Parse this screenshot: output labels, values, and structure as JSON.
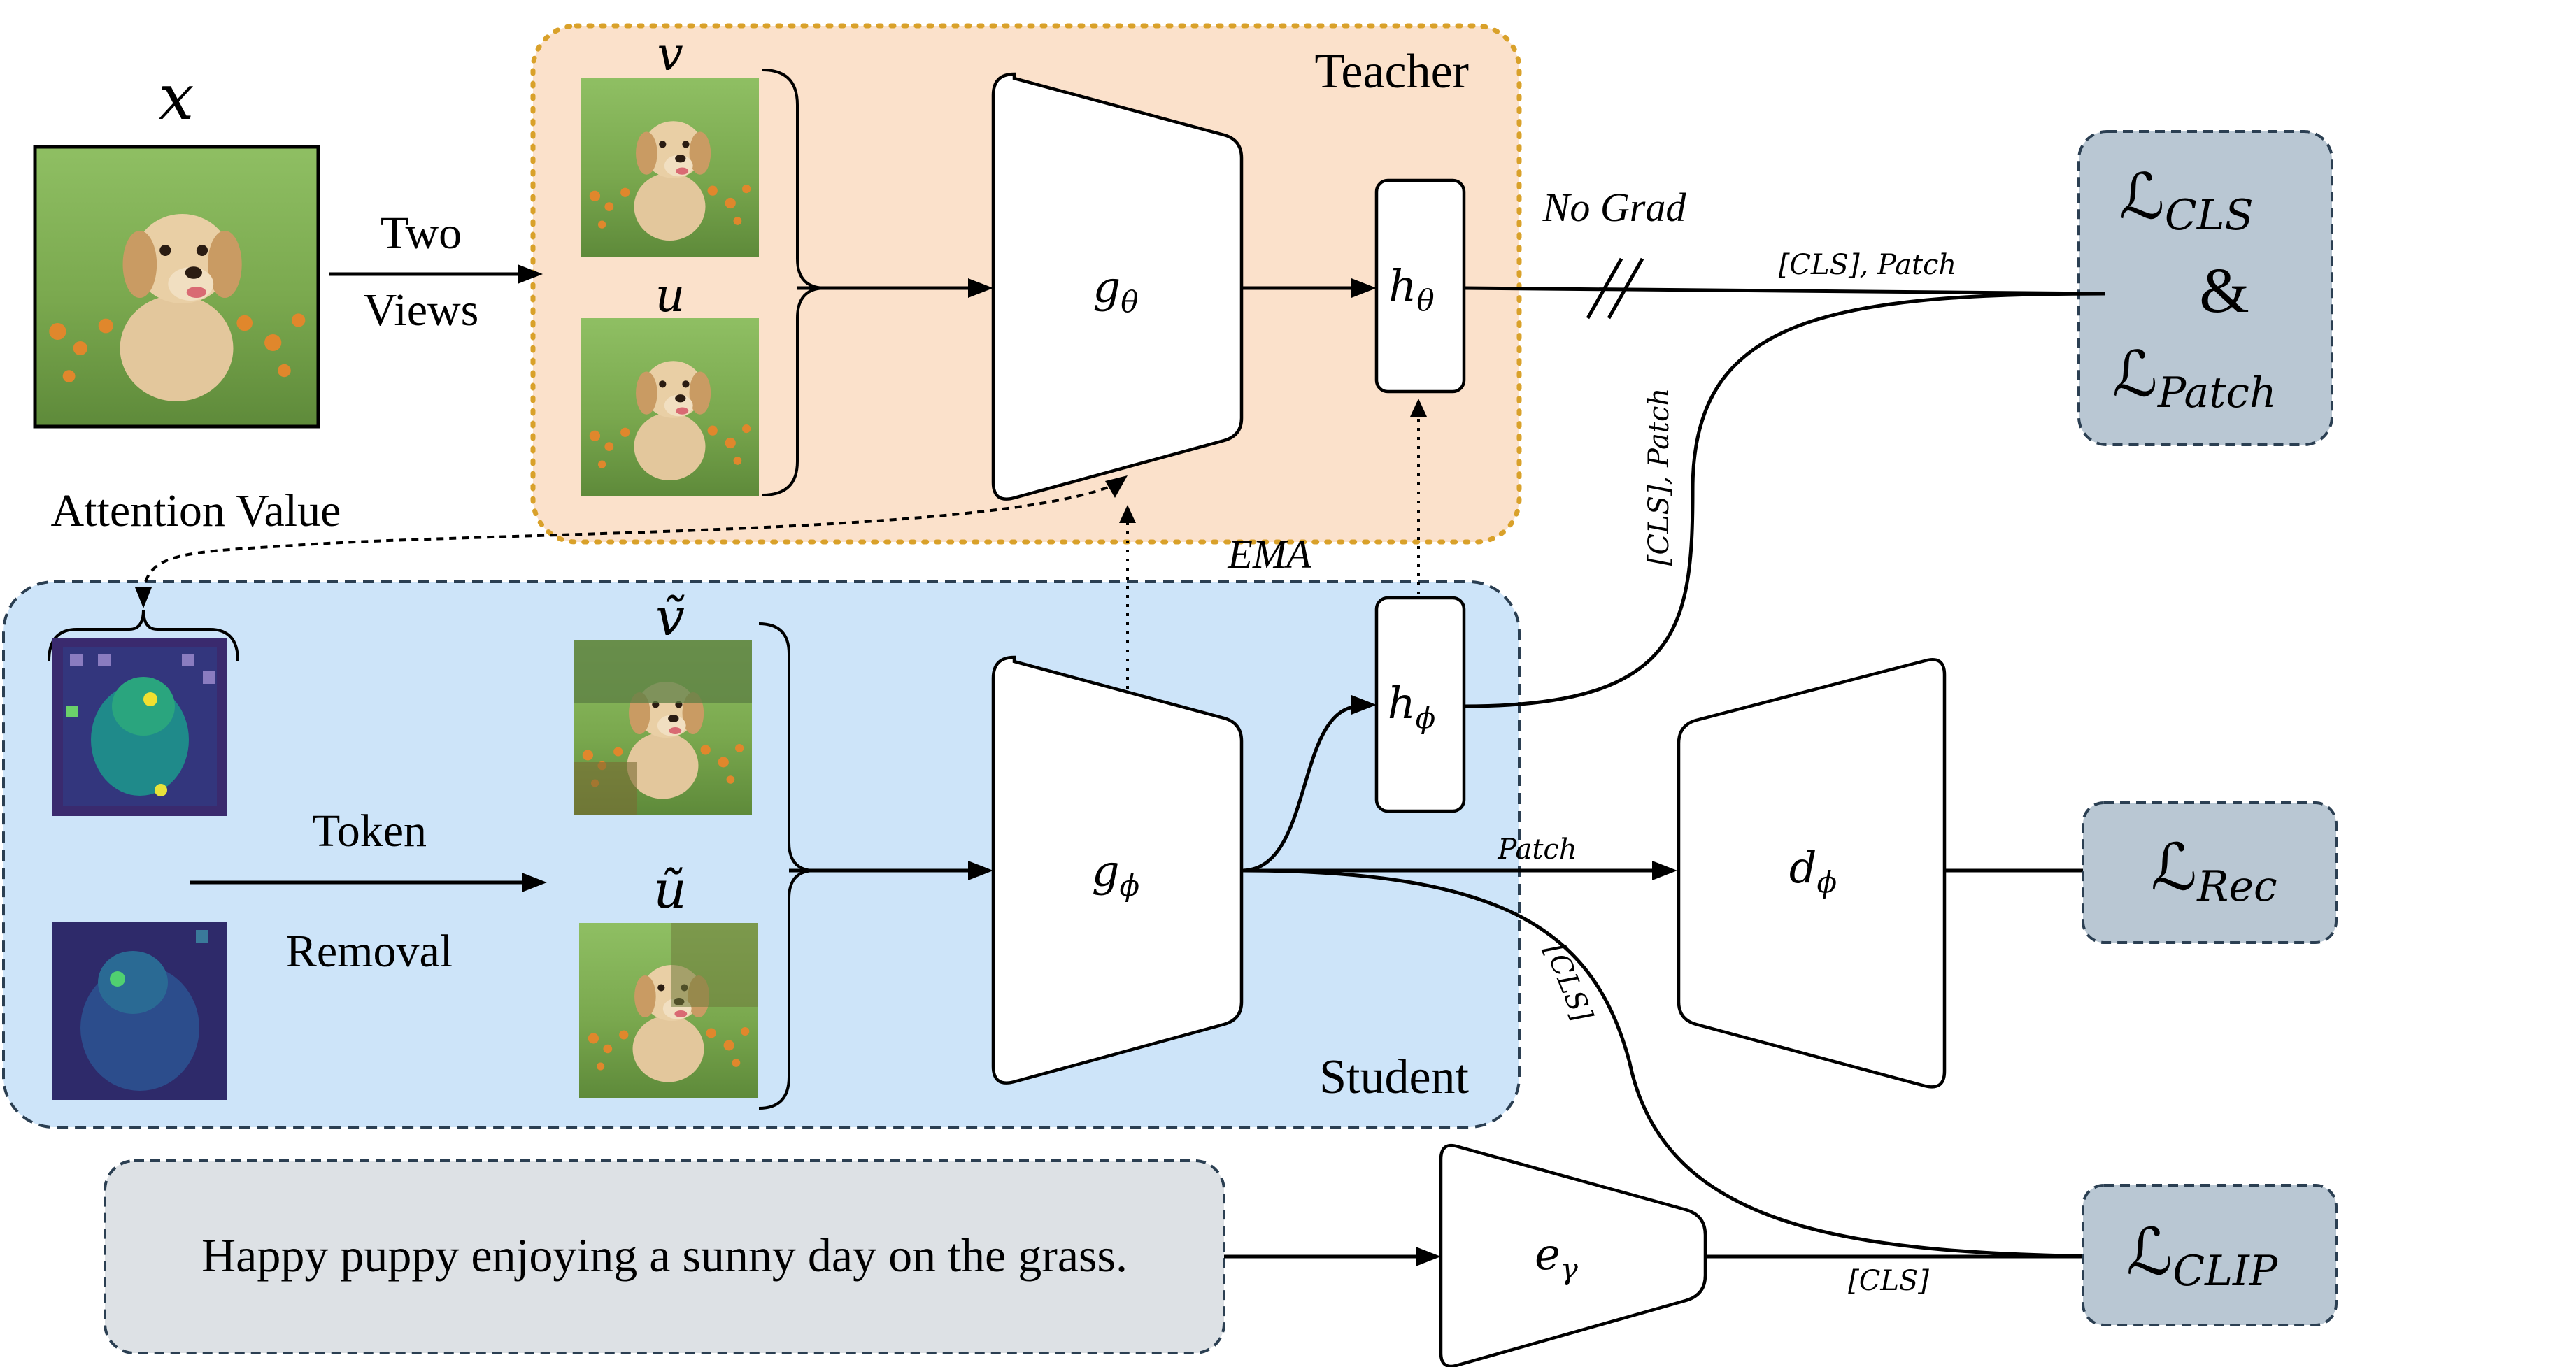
{
  "input": {
    "label": "x"
  },
  "split": {
    "line1": "Two",
    "line2": "Views"
  },
  "teacher": {
    "title": "Teacher",
    "view1": "v",
    "view2": "u",
    "encoder": {
      "main": "g",
      "sub": "θ"
    },
    "head": {
      "main": "h",
      "sub": "θ"
    }
  },
  "student": {
    "title": "Student",
    "view1": "ṽ",
    "view2": "ũ",
    "encoder": {
      "main": "g",
      "sub": "ϕ"
    },
    "head": {
      "main": "h",
      "sub": "ϕ"
    }
  },
  "attention": {
    "label": "Attention Value"
  },
  "token_removal": {
    "line1": "Token",
    "line2": "Removal"
  },
  "ema": {
    "label": "EMA"
  },
  "no_grad": {
    "label": "No Grad"
  },
  "edges": {
    "teacher_out": "[CLS], Patch",
    "student_out": "[CLS], Patch",
    "patch": "Patch",
    "cls_down": "[CLS]",
    "text_cls": "[CLS]"
  },
  "decoder": {
    "main": "d",
    "sub": "ϕ"
  },
  "text_encoder": {
    "main": "e",
    "sub": "γ"
  },
  "caption": {
    "text": "Happy puppy enjoying a sunny day on the grass."
  },
  "losses": {
    "cls": {
      "main": "ℒ",
      "sub": "CLS"
    },
    "amp": "&",
    "patch": {
      "main": "ℒ",
      "sub": "Patch"
    },
    "rec": {
      "main": "ℒ",
      "sub": "Rec"
    },
    "clip": {
      "main": "ℒ",
      "sub": "CLIP"
    }
  },
  "colors": {
    "teacher_fill": "#fbe1cb",
    "teacher_border": "#d9a12a",
    "student_fill": "#cde4f9",
    "border_dark": "#2b3f52",
    "loss_fill": "#b9c7d3",
    "caption_fill": "#dde1e5"
  }
}
